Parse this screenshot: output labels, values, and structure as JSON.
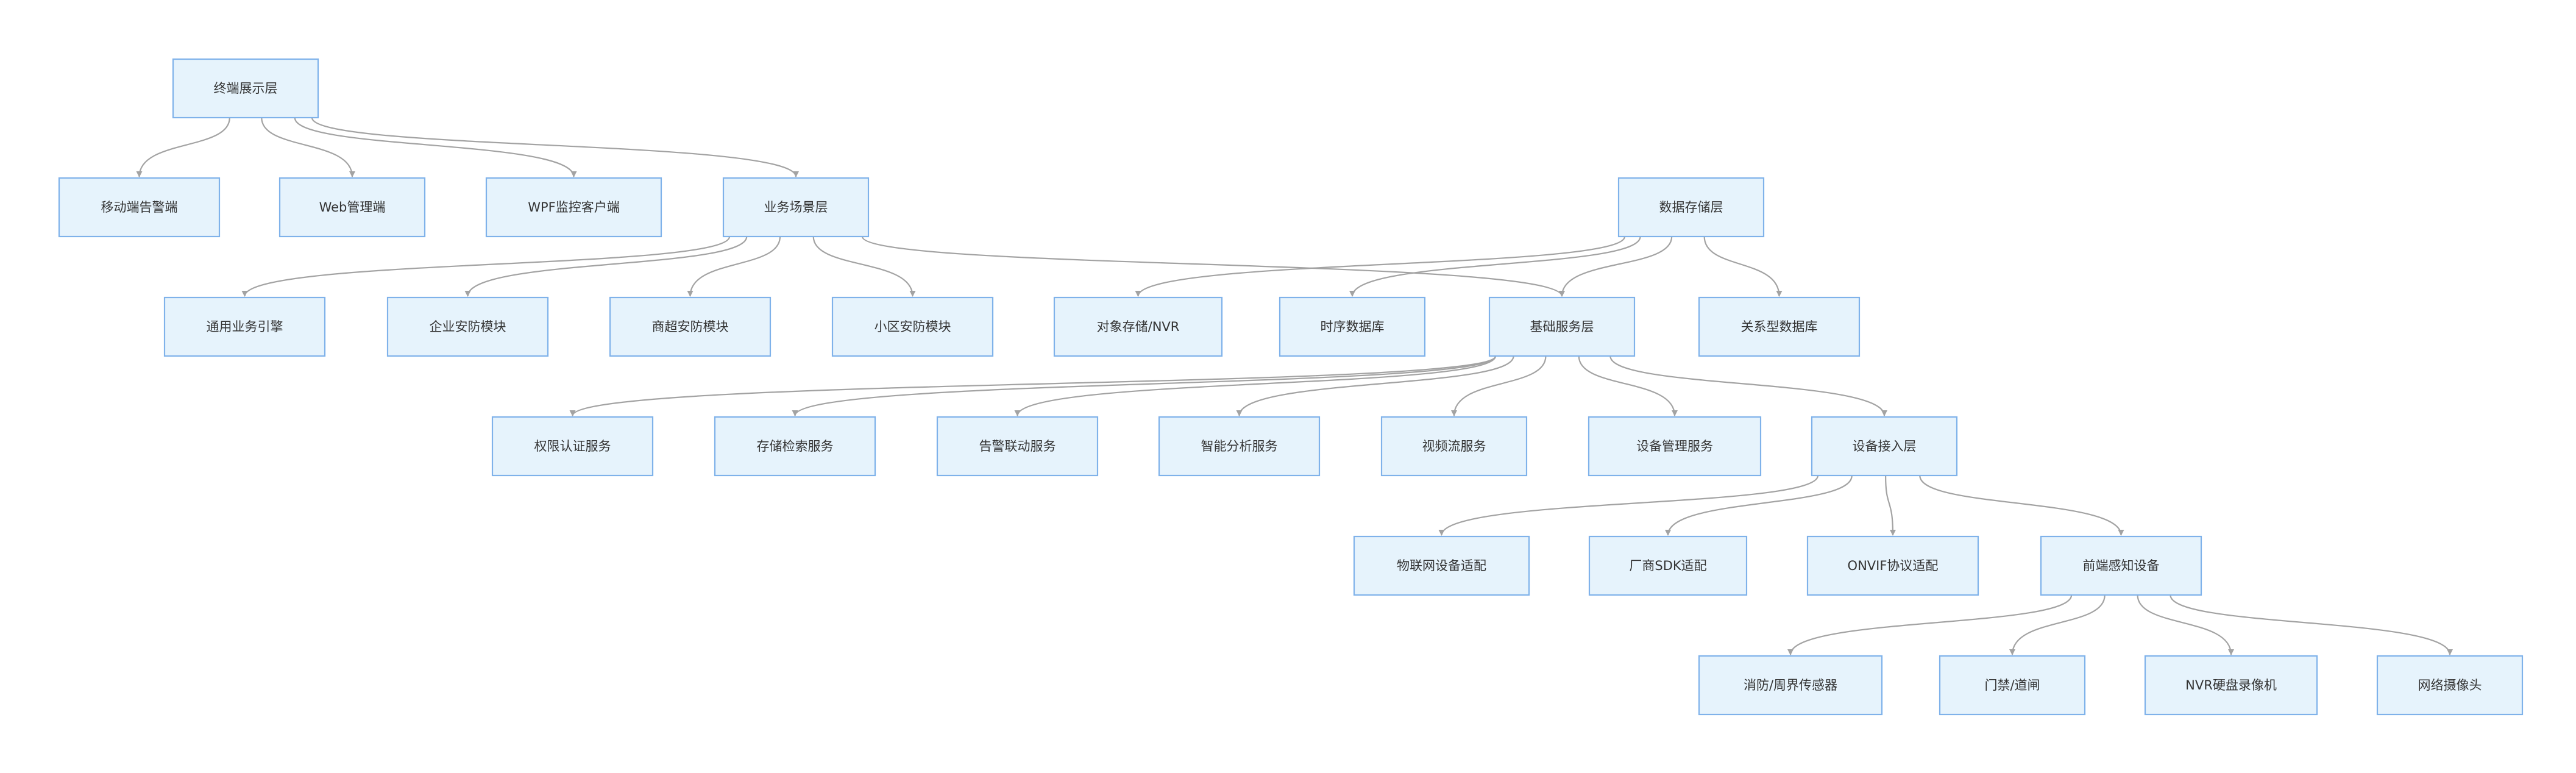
{
  "diagram": {
    "nodes": [
      {
        "id": "terminal",
        "label": "终端展示层"
      },
      {
        "id": "mobile",
        "label": "移动端告警端"
      },
      {
        "id": "web",
        "label": "Web管理端"
      },
      {
        "id": "wpf",
        "label": "WPF监控客户端"
      },
      {
        "id": "business",
        "label": "业务场景层"
      },
      {
        "id": "datastore",
        "label": "数据存储层"
      },
      {
        "id": "general",
        "label": "通用业务引擎"
      },
      {
        "id": "enterprise",
        "label": "企业安防模块"
      },
      {
        "id": "mall",
        "label": "商超安防模块"
      },
      {
        "id": "community",
        "label": "小区安防模块"
      },
      {
        "id": "objstore",
        "label": "对象存储/NVR"
      },
      {
        "id": "tsdb",
        "label": "时序数据库"
      },
      {
        "id": "basesvc",
        "label": "基础服务层"
      },
      {
        "id": "reldb",
        "label": "关系型数据库"
      },
      {
        "id": "auth",
        "label": "权限认证服务"
      },
      {
        "id": "search",
        "label": "存储检索服务"
      },
      {
        "id": "alarm",
        "label": "告警联动服务"
      },
      {
        "id": "analysis",
        "label": "智能分析服务"
      },
      {
        "id": "video",
        "label": "视频流服务"
      },
      {
        "id": "devmgmt",
        "label": "设备管理服务"
      },
      {
        "id": "access",
        "label": "设备接入层"
      },
      {
        "id": "iot",
        "label": "物联网设备适配"
      },
      {
        "id": "sdk",
        "label": "厂商SDK适配"
      },
      {
        "id": "onvif",
        "label": "ONVIF协议适配"
      },
      {
        "id": "frontend",
        "label": "前端感知设备"
      },
      {
        "id": "fire",
        "label": "消防/周界传感器"
      },
      {
        "id": "gate",
        "label": "门禁/道闸"
      },
      {
        "id": "nvr",
        "label": "NVR硬盘录像机"
      },
      {
        "id": "camera",
        "label": "网络摄像头"
      }
    ],
    "edges": [
      {
        "from": "terminal",
        "to": "mobile"
      },
      {
        "from": "terminal",
        "to": "web"
      },
      {
        "from": "terminal",
        "to": "wpf"
      },
      {
        "from": "terminal",
        "to": "business"
      },
      {
        "from": "business",
        "to": "general"
      },
      {
        "from": "business",
        "to": "enterprise"
      },
      {
        "from": "business",
        "to": "mall"
      },
      {
        "from": "business",
        "to": "community"
      },
      {
        "from": "business",
        "to": "basesvc"
      },
      {
        "from": "datastore",
        "to": "objstore"
      },
      {
        "from": "datastore",
        "to": "tsdb"
      },
      {
        "from": "datastore",
        "to": "basesvc"
      },
      {
        "from": "datastore",
        "to": "reldb"
      },
      {
        "from": "basesvc",
        "to": "auth"
      },
      {
        "from": "basesvc",
        "to": "search"
      },
      {
        "from": "basesvc",
        "to": "alarm"
      },
      {
        "from": "basesvc",
        "to": "analysis"
      },
      {
        "from": "basesvc",
        "to": "video"
      },
      {
        "from": "basesvc",
        "to": "devmgmt"
      },
      {
        "from": "basesvc",
        "to": "access"
      },
      {
        "from": "access",
        "to": "iot"
      },
      {
        "from": "access",
        "to": "sdk"
      },
      {
        "from": "access",
        "to": "onvif"
      },
      {
        "from": "access",
        "to": "frontend"
      },
      {
        "from": "frontend",
        "to": "fire"
      },
      {
        "from": "frontend",
        "to": "gate"
      },
      {
        "from": "frontend",
        "to": "nvr"
      },
      {
        "from": "frontend",
        "to": "camera"
      }
    ]
  }
}
